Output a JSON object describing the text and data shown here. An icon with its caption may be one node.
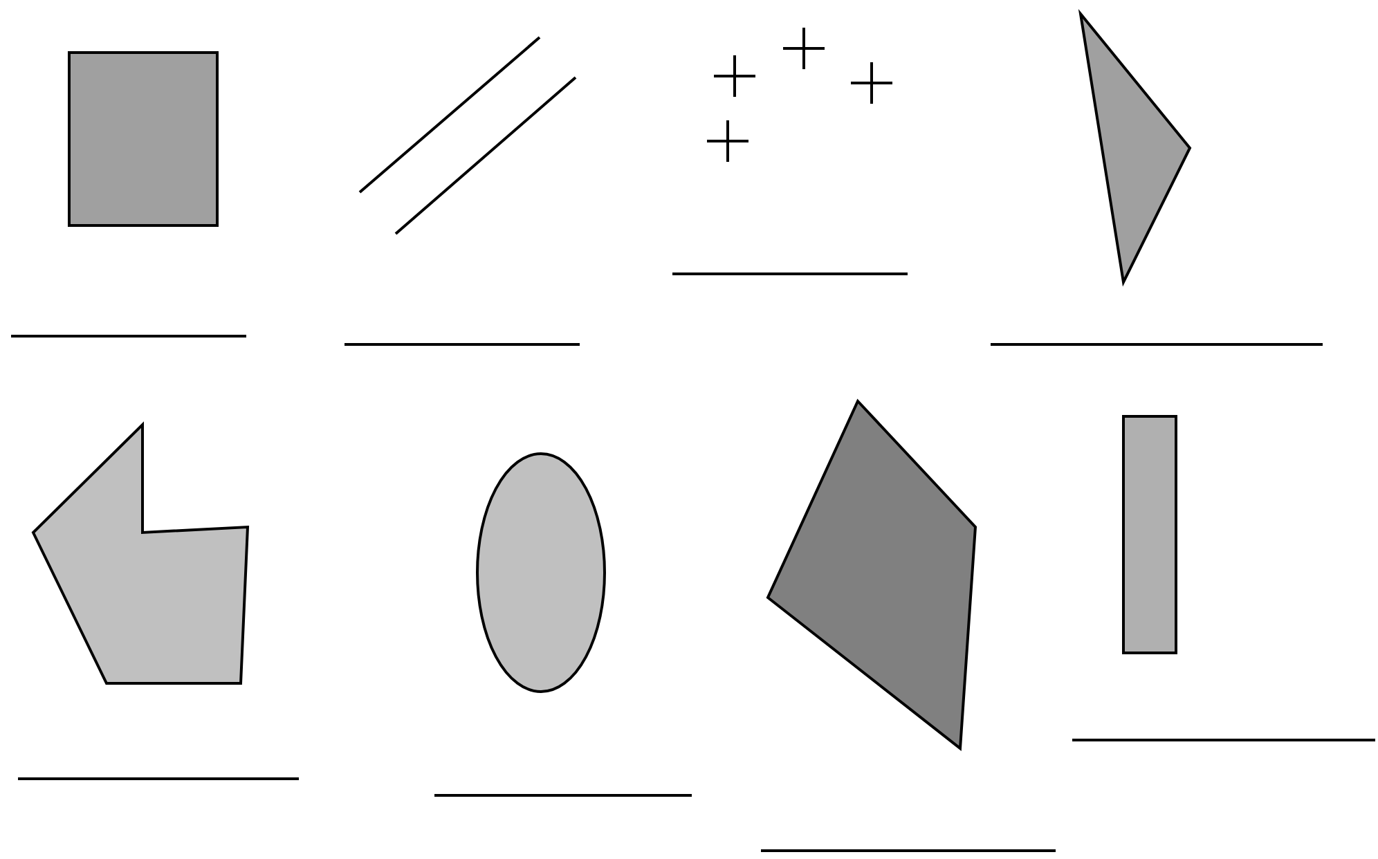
{
  "diagram": {
    "nodes": [
      {
        "text": [],
        "shape": "square"
      },
      {
        "text": [],
        "shape": "lines"
      },
      {
        "text": [],
        "shape": "points"
      },
      {
        "text": [],
        "shape": "triangle"
      },
      {
        "text": [],
        "shape": "pentagon"
      },
      {
        "text": [],
        "shape": "ellipse"
      },
      {
        "text": [],
        "shape": "quadrilateral"
      },
      {
        "text": [],
        "shape": "rectangle"
      }
    ]
  }
}
